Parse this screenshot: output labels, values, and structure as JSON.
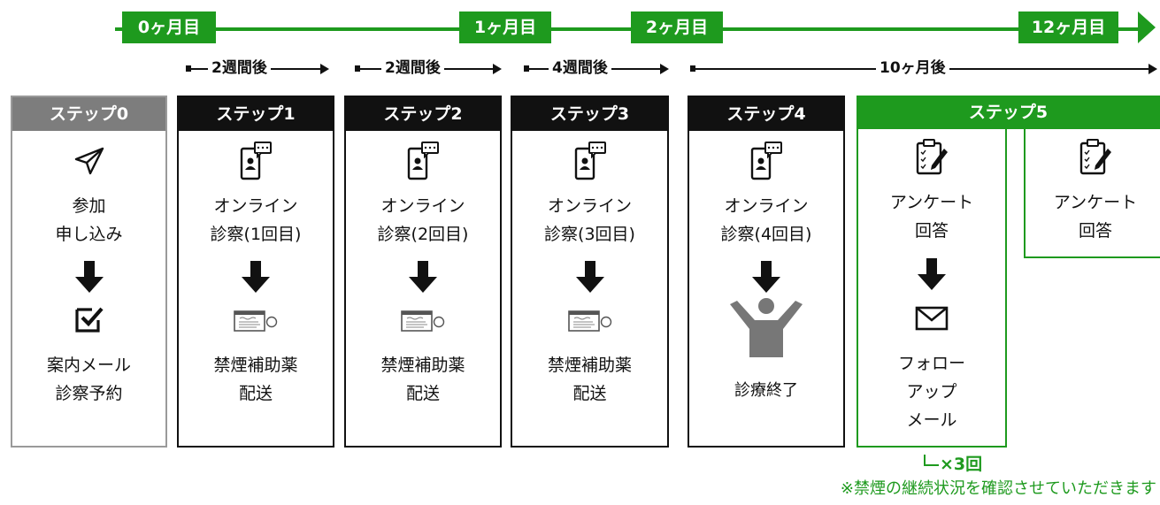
{
  "timeline": {
    "month0": "0ヶ月目",
    "month1": "1ヶ月目",
    "month2": "2ヶ月目",
    "month12": "12ヶ月目"
  },
  "intervals": {
    "i1": "2週間後",
    "i2": "2週間後",
    "i3": "4週間後",
    "i4": "10ヶ月後"
  },
  "steps": [
    {
      "title": "ステップ0",
      "top_line1": "参加",
      "top_line2": "申し込み",
      "bottom_line1": "案内メール",
      "bottom_line2": "診察予約"
    },
    {
      "title": "ステップ1",
      "top_line1": "オンライン",
      "top_line2": "診察(1回目)",
      "bottom_line1": "禁煙補助薬",
      "bottom_line2": "配送"
    },
    {
      "title": "ステップ2",
      "top_line1": "オンライン",
      "top_line2": "診察(2回目)",
      "bottom_line1": "禁煙補助薬",
      "bottom_line2": "配送"
    },
    {
      "title": "ステップ3",
      "top_line1": "オンライン",
      "top_line2": "診察(3回目)",
      "bottom_line1": "禁煙補助薬",
      "bottom_line2": "配送"
    },
    {
      "title": "ステップ4",
      "top_line1": "オンライン",
      "top_line2": "診察(4回目)",
      "bottom_line1": "診療終了"
    }
  ],
  "step5": {
    "title": "ステップ5",
    "left_top_line1": "アンケート",
    "left_top_line2": "回答",
    "left_bottom_line1": "フォロー",
    "left_bottom_line2": "アップ",
    "left_bottom_line3": "メール",
    "right_line1": "アンケート",
    "right_line2": "回答"
  },
  "repeat_note": "×3回",
  "footnote": "※禁煙の継続状況を確認させていただきます",
  "colors": {
    "green": "#1e9a1e",
    "black": "#111111",
    "gray": "#7d7d7d"
  },
  "icons": [
    "paper-plane-icon",
    "checkbox-icon",
    "smartphone-chat-icon",
    "medicine-pack-icon",
    "person-raised-arms-icon",
    "clipboard-pen-icon",
    "envelope-icon",
    "down-arrow-icon"
  ]
}
